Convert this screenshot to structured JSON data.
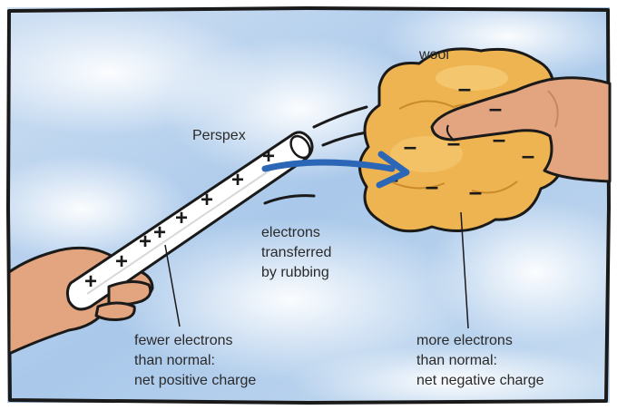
{
  "labels": {
    "perspex": "Perspex",
    "wool": "wool",
    "electrons_transferred": [
      "electrons",
      "transferred",
      "by rubbing"
    ],
    "fewer_electrons": [
      "fewer electrons",
      "than normal:",
      "net positive charge"
    ],
    "more_electrons": [
      "more electrons",
      "than normal:",
      "net negative charge"
    ]
  },
  "symbols": {
    "positive": "+",
    "negative": "–"
  },
  "colors": {
    "sky_light": "#eef5fc",
    "sky_blue": "#b8d2ee",
    "border": "#1a1a1a",
    "skin": "#e3a57f",
    "skin_shadow": "#c98561",
    "wool": "#efb452",
    "wool_light": "#f7cf7c",
    "arrow": "#2c66b6",
    "rod": "#ffffff"
  }
}
